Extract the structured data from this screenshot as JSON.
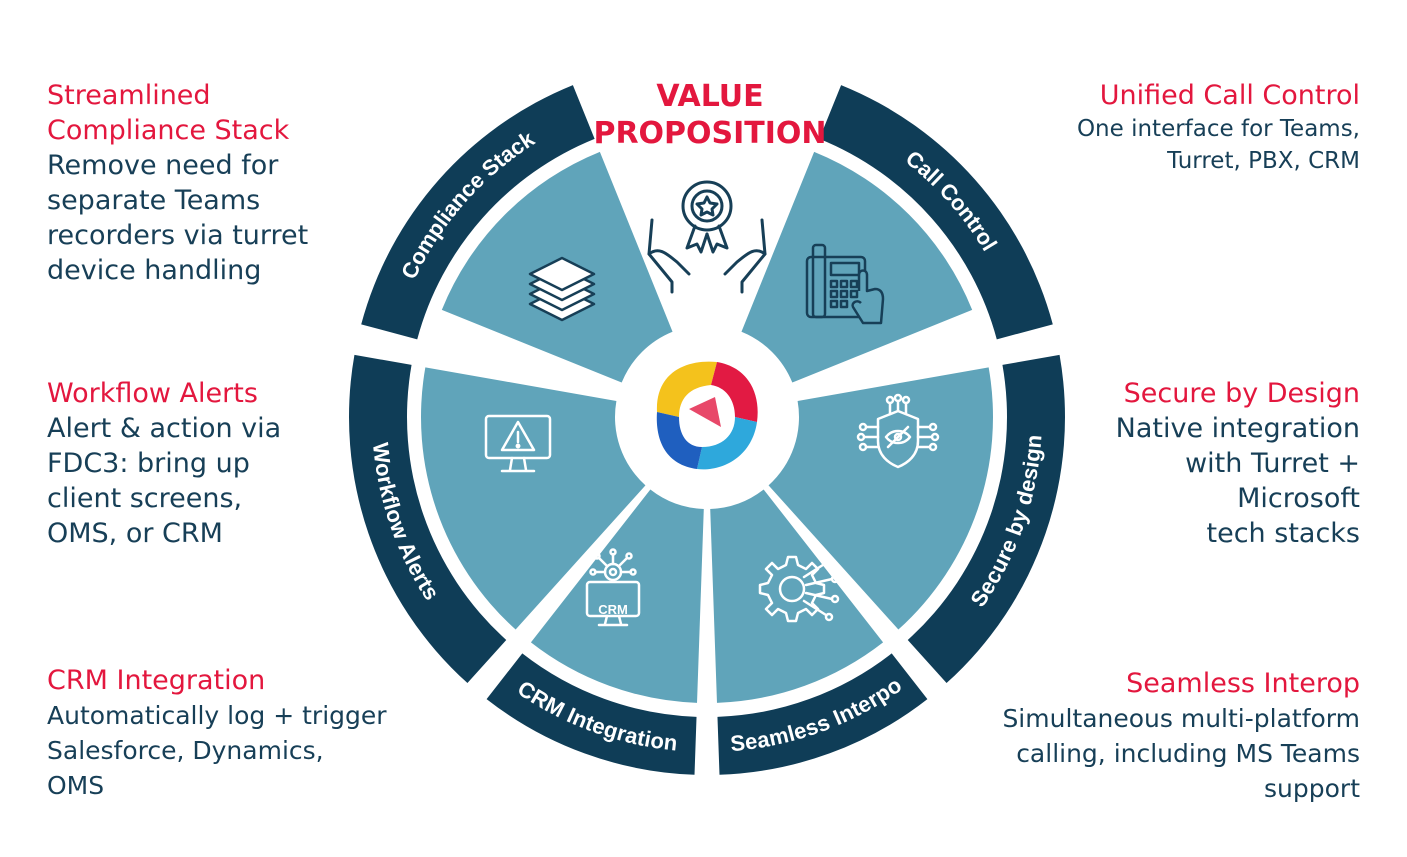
{
  "header": {
    "title": "VALUE\nPROPOSITION"
  },
  "colors": {
    "accent": "#e3173e",
    "ring": "#0f3d57",
    "wedge": "#60a4ba",
    "text": "#173f57"
  },
  "center_logo": {
    "icon": "multicolor-ring-logo"
  },
  "ring_labels": [
    "Compliance Stack",
    "Call Control",
    "Secure by design",
    "Seamless Interpo",
    "CRM Integration",
    "Workflow Alerts"
  ],
  "wedge_icons": [
    "layers-icon",
    "phone-keypad-icon",
    "shield-eye-icon",
    "gear-network-icon",
    "crm-monitor-icon",
    "alert-monitor-icon"
  ],
  "top_icon": "award-hands-icon",
  "crm_icon_text": "CRM",
  "callouts": {
    "compliance": {
      "title": "Streamlined\nCompliance Stack",
      "body": "Remove need for\nseparate Teams\nrecorders via turret\ndevice handling"
    },
    "call_control": {
      "title": "Unified Call Control",
      "body": "One interface for Teams,\nTurret, PBX, CRM"
    },
    "workflow": {
      "title": "Workflow Alerts",
      "body": "Alert & action via\nFDC3: bring up\nclient screens,\nOMS, or CRM"
    },
    "secure": {
      "title": "Secure by Design",
      "body": "Native integration\nwith Turret +\nMicrosoft\ntech stacks"
    },
    "crm": {
      "title": "CRM Integration",
      "body": "Automatically log + trigger\nSalesforce, Dynamics,\nOMS"
    },
    "interop": {
      "title": "Seamless Interop",
      "body": "Simultaneous  multi-platform\ncalling, including MS Teams\nsupport"
    }
  }
}
